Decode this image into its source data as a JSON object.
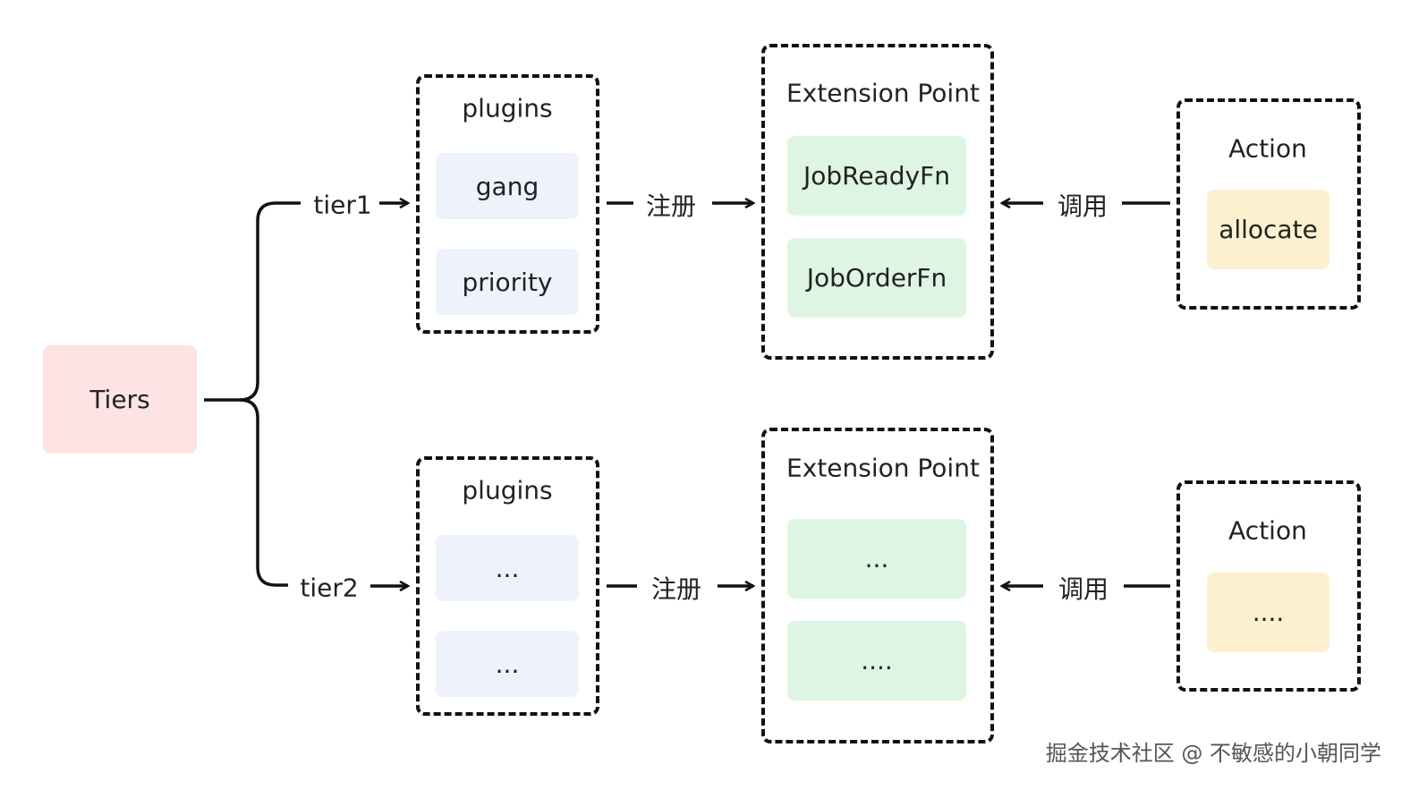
{
  "root": {
    "label": "Tiers"
  },
  "tiers": [
    {
      "label": "tier1",
      "plugins": {
        "title": "plugins",
        "items": [
          "gang",
          "priority"
        ]
      },
      "register_label": "注册",
      "extension": {
        "title": "Extension Point",
        "items": [
          "JobReadyFn",
          "JobOrderFn"
        ]
      },
      "call_label": "调用",
      "action": {
        "title": "Action",
        "item": "allocate"
      }
    },
    {
      "label": "tier2",
      "plugins": {
        "title": "plugins",
        "items": [
          "...",
          "..."
        ]
      },
      "register_label": "注册",
      "extension": {
        "title": "Extension Point",
        "items": [
          "...",
          "...."
        ]
      },
      "call_label": "调用",
      "action": {
        "title": "Action",
        "item": "...."
      }
    }
  ],
  "watermark": "掘金技术社区 @ 不敏感的小朝同学",
  "colors": {
    "tiers_bg": "#fde3e3",
    "plugin_bg": "#eef2fb",
    "extension_bg": "#dff5e3",
    "action_bg": "#fdf0cf",
    "line": "#111111"
  }
}
